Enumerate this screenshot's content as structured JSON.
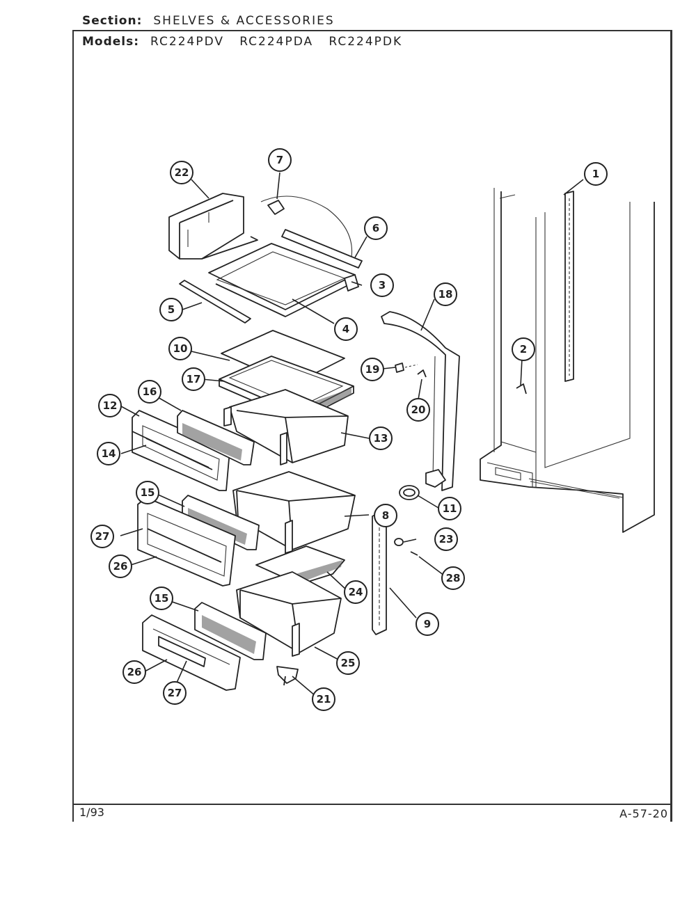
{
  "header": {
    "section_label": "Section:",
    "section_value": "SHELVES & ACCESSORIES",
    "models_label": "Models:",
    "models_value": "RC224PDV   RC224PDA   RC224PDK"
  },
  "footer": {
    "date": "1/93",
    "page_code": "A-57-20"
  },
  "callouts": {
    "c1": "1",
    "c2": "2",
    "c3": "3",
    "c4": "4",
    "c5": "5",
    "c6": "6",
    "c7": "7",
    "c8": "8",
    "c9": "9",
    "c10": "10",
    "c11": "11",
    "c12": "12",
    "c13": "13",
    "c14": "14",
    "c15a": "15",
    "c15b": "15",
    "c16": "16",
    "c17": "17",
    "c18": "18",
    "c19": "19",
    "c20": "20",
    "c21": "21",
    "c22": "22",
    "c23": "23",
    "c24": "24",
    "c25": "25",
    "c26a": "26",
    "c26b": "26",
    "c27a": "27",
    "c27b": "27",
    "c28": "28"
  }
}
